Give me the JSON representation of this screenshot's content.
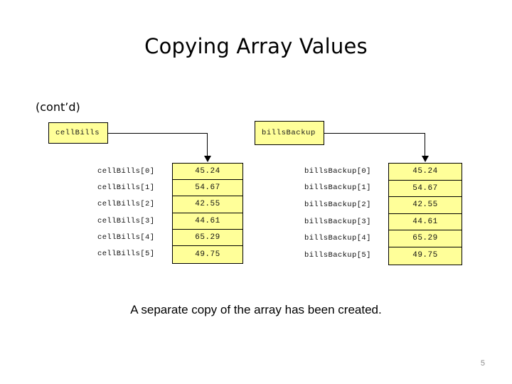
{
  "slide": {
    "title": "Copying Array Values",
    "subtitle": "(cont’d)",
    "caption": "A separate copy of the array has been created.",
    "page_number": "5",
    "colors": {
      "box_fill": "#ffff99",
      "box_border": "#000000",
      "page_number": "#8c8c8c",
      "background": "#ffffff"
    }
  },
  "diagram": {
    "left": {
      "pointer_label": "cellBills",
      "indices": [
        "cellBills[0]",
        "cellBills[1]",
        "cellBills[2]",
        "cellBills[3]",
        "cellBills[4]",
        "cellBills[5]"
      ],
      "values": [
        "45.24",
        "54.67",
        "42.55",
        "44.61",
        "65.29",
        "49.75"
      ]
    },
    "right": {
      "pointer_label": "billsBackup",
      "indices": [
        "billsBackup[0]",
        "billsBackup[1]",
        "billsBackup[2]",
        "billsBackup[3]",
        "billsBackup[4]",
        "billsBackup[5]"
      ],
      "values": [
        "45.24",
        "54.67",
        "42.55",
        "44.61",
        "65.29",
        "49.75"
      ]
    }
  }
}
